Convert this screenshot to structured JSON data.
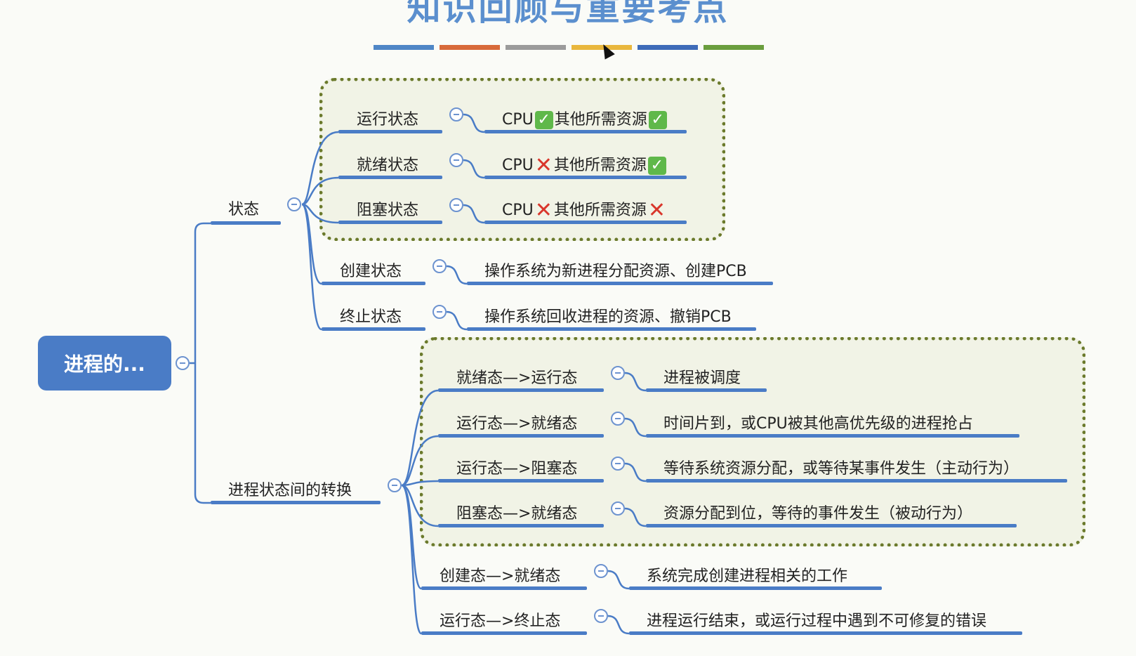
{
  "title": "知识回顾与重要考点",
  "color_bars": [
    "#4f86c6",
    "#d86a3a",
    "#9b9b9b",
    "#e9b73d",
    "#3e6bb8",
    "#6a9e3e"
  ],
  "root": {
    "label": "进程的..."
  },
  "states": {
    "label": "状态",
    "items": [
      {
        "name": "运行状态",
        "desc": "CPU",
        "desc2": "其他所需资源",
        "cpu": "ok",
        "other": "ok"
      },
      {
        "name": "就绪状态",
        "desc": "CPU",
        "desc2": "其他所需资源",
        "cpu": "no",
        "other": "ok"
      },
      {
        "name": "阻塞状态",
        "desc": "CPU",
        "desc2": "其他所需资源",
        "cpu": "no",
        "other": "no"
      },
      {
        "name": "创建状态",
        "desc": "操作系统为新进程分配资源、创建PCB"
      },
      {
        "name": "终止状态",
        "desc": "操作系统回收进程的资源、撤销PCB"
      }
    ]
  },
  "transitions": {
    "label": "进程状态间的转换",
    "items": [
      {
        "name": "就绪态—>运行态",
        "desc": "进程被调度"
      },
      {
        "name": "运行态—>就绪态",
        "desc": "时间片到，或CPU被其他高优先级的进程抢占"
      },
      {
        "name": "运行态—>阻塞态",
        "desc": "等待系统资源分配，或等待某事件发生（主动行为）"
      },
      {
        "name": "阻塞态—>就绪态",
        "desc": "资源分配到位，等待的事件发生（被动行为）"
      },
      {
        "name": "创建态—>就绪态",
        "desc": "系统完成创建进程相关的工作"
      },
      {
        "name": "运行态—>终止态",
        "desc": "进程运行结束，或运行过程中遇到不可修复的错误"
      }
    ]
  },
  "icons": {
    "ok": "check-mark-icon",
    "no": "cross-mark-icon",
    "collapse": "collapse-minus-icon"
  }
}
